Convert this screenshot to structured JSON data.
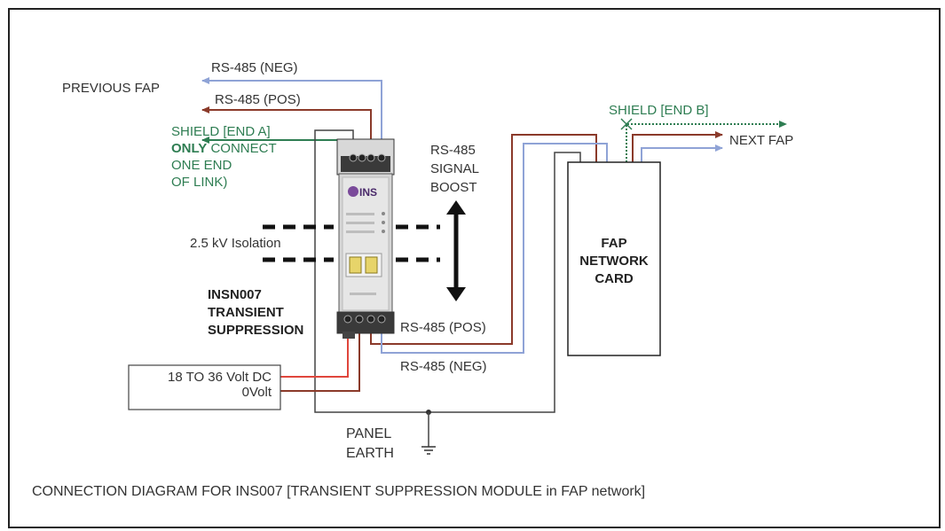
{
  "labels": {
    "rs485_neg_top": "RS-485 (NEG)",
    "previous_fap": "PREVIOUS FAP",
    "rs485_pos_top": "RS-485 (POS)",
    "shield_end_a": "SHIELD [END A]",
    "only_word": "ONLY",
    "only_connect_rest": " CONNECT",
    "one_end": "ONE END",
    "of_link": "OF LINK)",
    "signal_boost_1": "RS-485",
    "signal_boost_2": "SIGNAL",
    "signal_boost_3": "BOOST",
    "isolation": "2.5 kV Isolation",
    "module_name_1": "INSN007",
    "module_name_2": "TRANSIENT",
    "module_name_3": "SUPPRESSION",
    "shield_end_b": "SHIELD [END B]",
    "next_fap": "NEXT FAP",
    "fap_card_1": "FAP",
    "fap_card_2": "NETWORK",
    "fap_card_3": "CARD",
    "rs485_pos_bottom": "RS-485 (POS)",
    "rs485_neg_bottom": "RS-485 (NEG)",
    "supply_voltage": "18 TO 36 Volt DC",
    "zero_volt": "0Volt",
    "panel_earth_1": "PANEL",
    "panel_earth_2": "EARTH",
    "module_logo": "INS",
    "caption": "CONNECTION DIAGRAM FOR INS007 [TRANSIENT SUPPRESSION MODULE in FAP network]"
  },
  "colors": {
    "neg_wire": "#8fa3d6",
    "pos_wire": "#8b3a2a",
    "shield_wire": "#2e7d52",
    "power_wire": "#e0463c",
    "earth_wire": "#555555",
    "accent_purple": "#7a4a9a"
  }
}
